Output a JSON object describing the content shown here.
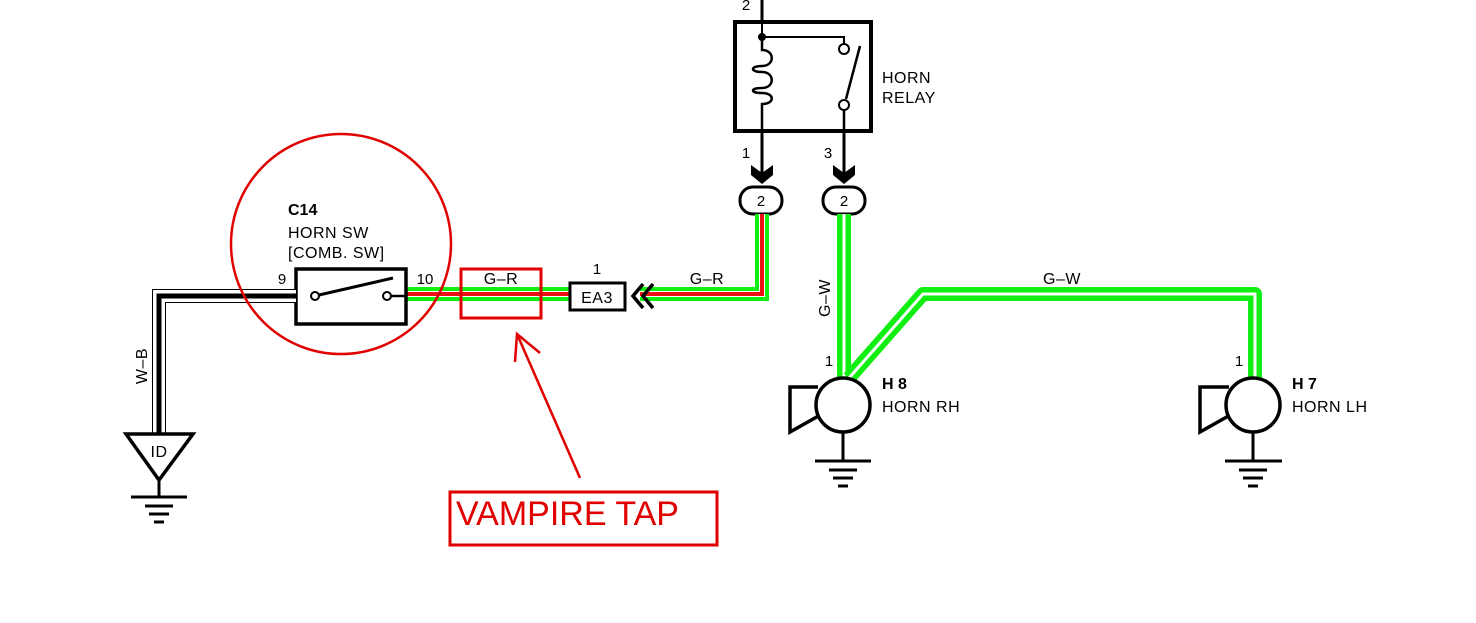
{
  "diagram": {
    "title": "Horn circuit wiring diagram",
    "colors": {
      "wire_green": "#11ee11",
      "wire_red": "#ee1111",
      "annotation_red": "#e00000",
      "line_black": "#000000"
    },
    "relay": {
      "name_line1": "HORN",
      "name_line2": "RELAY",
      "pin_top": "2",
      "pin_left": "1",
      "pin_right": "3",
      "connector_left": "2",
      "connector_right": "2"
    },
    "horn_switch": {
      "code": "C14",
      "name_line1": "HORN SW",
      "name_line2": "[COMB.  SW]",
      "pin_left": "9",
      "pin_right": "10"
    },
    "ground_point": {
      "label": "ID"
    },
    "junction": {
      "label": "EA3",
      "pin": "1"
    },
    "wires": {
      "switch_to_ground": "W–B",
      "switch_to_relay_near": "G–R",
      "switch_to_relay_far": "G–R",
      "relay_to_horns_vertical": "G–W",
      "relay_to_horns_horizontal": "G–W"
    },
    "horn_rh": {
      "code": "H 8",
      "name": "HORN RH",
      "pin": "1"
    },
    "horn_lh": {
      "code": "H 7",
      "name": "HORN LH",
      "pin": "1"
    },
    "annotation": {
      "label": "VAMPIRE TAP"
    }
  }
}
